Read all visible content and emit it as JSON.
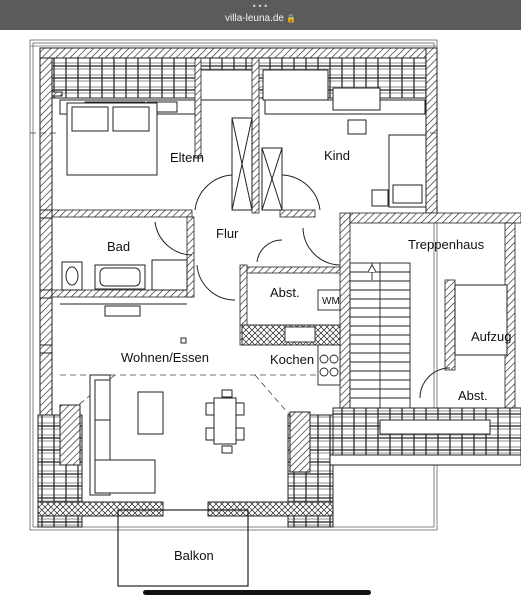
{
  "browser": {
    "url": "villa-leuna.de",
    "menu_dots": "•••",
    "lock_icon": "lock-icon"
  },
  "plan": {
    "rooms": {
      "eltern": "Eltern",
      "kind": "Kind",
      "flur": "Flur",
      "bad": "Bad",
      "treppenhaus": "Treppenhaus",
      "abst1": "Abst.",
      "wm": "WM",
      "aufzug": "Aufzug",
      "wohnen": "Wohnen/Essen",
      "kochen": "Kochen",
      "abst2": "Abst.",
      "balkon": "Balkon"
    }
  }
}
